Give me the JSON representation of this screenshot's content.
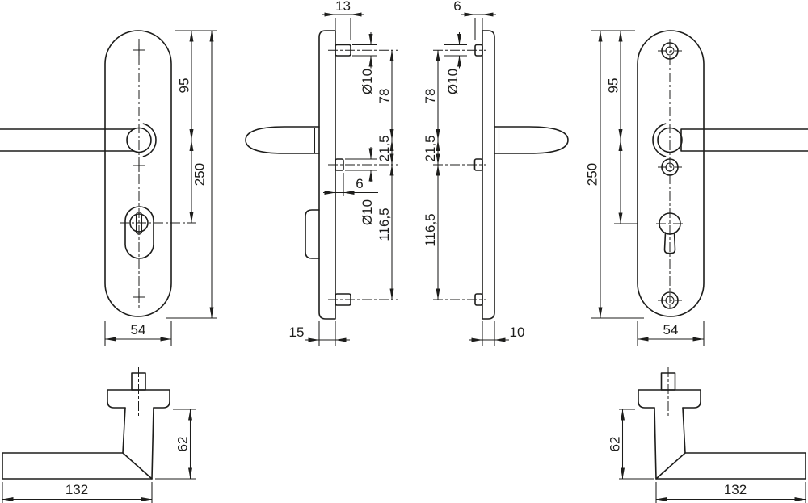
{
  "drawing": {
    "background": "#ffffff",
    "line_color": "#1d1d1b",
    "views": {
      "backplate_front": {
        "dims": {
          "top_to_handle": "95",
          "total_height": "250",
          "width": "54"
        }
      },
      "backplate_profile": {
        "dims": {
          "fixing_pin_top": "13",
          "pin_dia_top": "Ø10",
          "pin_to_handle": "78",
          "handle_to_mid": "21,5",
          "mid_pin": "6",
          "pin_dia_mid": "Ø10",
          "mid_to_bottom": "116,5",
          "thickness": "15"
        }
      },
      "faceplate_profile": {
        "dims": {
          "fixing_pin_top": "6",
          "pin_dia_top": "Ø10",
          "pin_to_handle": "78",
          "handle_to_mid": "21,5",
          "mid_to_bottom": "116,5",
          "thickness": "10"
        }
      },
      "faceplate_front": {
        "dims": {
          "top_to_handle": "95",
          "total_height": "250",
          "width": "54"
        }
      },
      "lever_left": {
        "dims": {
          "projection": "62",
          "length": "132"
        }
      },
      "lever_right": {
        "dims": {
          "projection": "62",
          "length": "132"
        }
      }
    }
  }
}
